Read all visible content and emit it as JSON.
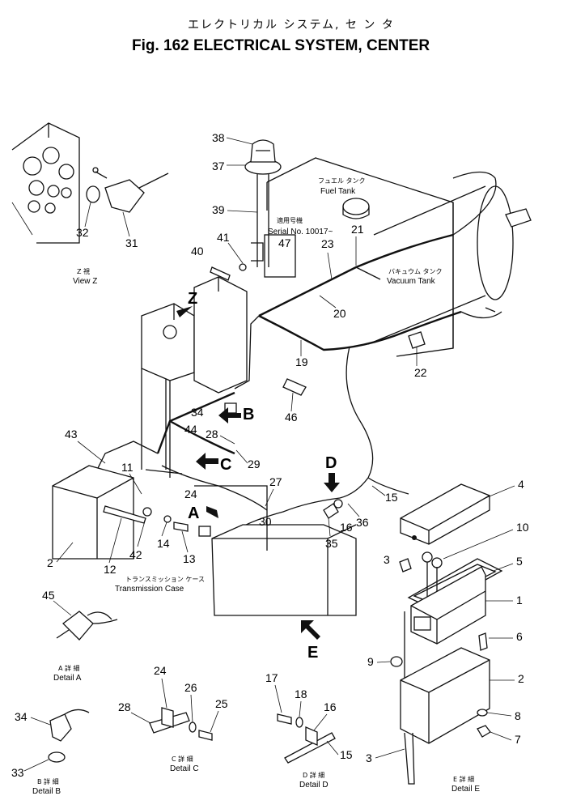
{
  "title_jp": "エレクトリカル システム, セ ン タ",
  "title": "Fig. 162 ELECTRICAL SYSTEM, CENTER",
  "labels": {
    "fuel_tank_jp": "フュエル タンク",
    "fuel_tank": "Fuel Tank",
    "vacuum_tank_jp": "バキュウム タンク",
    "vacuum_tank": "Vacuum Tank",
    "serial_jp": "適用号機",
    "serial": "Serial No. 10017~",
    "view_z_jp": "Z 視",
    "view_z": "View Z",
    "transmission_jp": "トランスミッション ケース",
    "transmission": "Transmission Case",
    "detail_a_jp": "A 詳 細",
    "detail_a": "Detail A",
    "detail_b_jp": "B 詳 細",
    "detail_b": "Detail B",
    "detail_c_jp": "C 詳 細",
    "detail_c": "Detail C",
    "detail_d_jp": "D 詳 細",
    "detail_d": "Detail D",
    "detail_e_jp": "E 詳 細",
    "detail_e": "Detail E"
  },
  "view_letters": {
    "z": "Z",
    "b": "B",
    "c": "C",
    "a": "A",
    "d": "D",
    "e": "E"
  },
  "part_numbers": {
    "p38": "38",
    "p37": "37",
    "p39": "39",
    "p41": "41",
    "p47": "47",
    "p40": "40",
    "p23": "23",
    "p21": "21",
    "p20": "20",
    "p19": "19",
    "p22": "22",
    "p32": "32",
    "p31": "31",
    "p34": "34",
    "p46": "46",
    "p44": "44",
    "p28": "28",
    "p29": "29",
    "p43": "43",
    "p11": "11",
    "p24": "24",
    "p27": "27",
    "p30": "30",
    "p2": "2",
    "p12": "12",
    "p42": "42",
    "p14": "14",
    "p13": "13",
    "p35": "35",
    "p16": "16",
    "p36": "36",
    "p15": "15",
    "p4": "4",
    "p10": "10",
    "p3": "3",
    "p5": "5",
    "p1": "1",
    "p6": "6",
    "p9": "9",
    "p2e": "2",
    "p8": "8",
    "p7": "7",
    "p3e": "3",
    "p45": "45",
    "p24c": "24",
    "p26": "26",
    "p28c": "28",
    "p25": "25",
    "p17": "17",
    "p18": "18",
    "p16d": "16",
    "p15d": "15",
    "p34b": "34",
    "p33": "33"
  }
}
